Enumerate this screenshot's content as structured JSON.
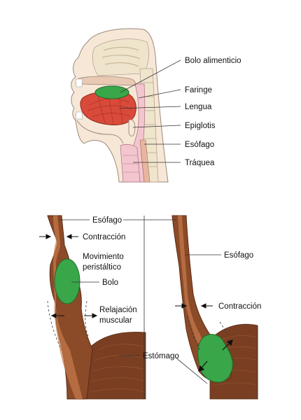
{
  "top_labels": {
    "bolo": "Bolo alimenticio",
    "faringe": "Faringe",
    "lengua": "Lengua",
    "epiglotis": "Epiglotis",
    "esofago": "Esófago",
    "traquea": "Tráquea"
  },
  "bottom_labels": {
    "esofago_top": "Esófago",
    "contraccion_left": "Contracción",
    "movimiento_1": "Movimiento",
    "movimiento_2": "peristáltico",
    "bolo": "Bolo",
    "relajacion_1": "Relajación",
    "relajacion_2": "muscular",
    "esofago_right": "Esófago",
    "contraccion_right": "Contracción",
    "estomago": "Estómago"
  },
  "colors": {
    "bolus_green": "#3aa64a",
    "tongue_red": "#d94a3a",
    "esophagus_brown": "#8b4a28",
    "tissue_pink": "#f3c6cf",
    "bone_beige": "#efe4cc"
  }
}
